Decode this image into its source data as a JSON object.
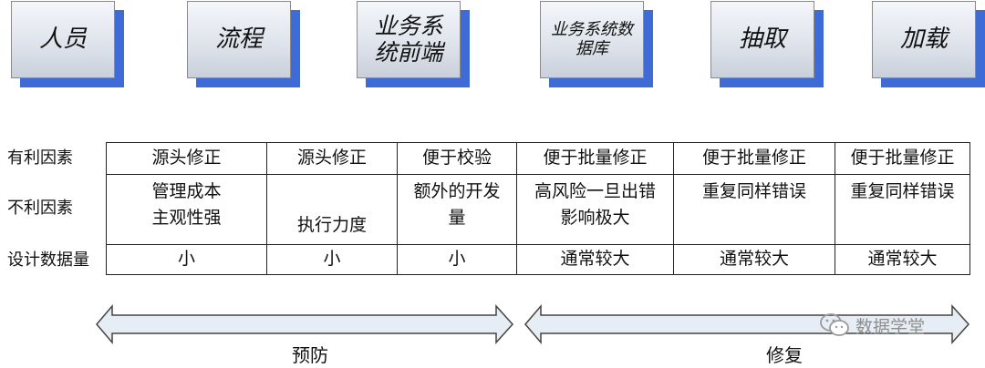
{
  "boxes": [
    {
      "label": "人员"
    },
    {
      "label": "流程"
    },
    {
      "label": "业务系\n统前端"
    },
    {
      "label": "业务系统数\n据库"
    },
    {
      "label": "抽取"
    },
    {
      "label": "加载"
    }
  ],
  "row_labels": {
    "advantage": "有利因素",
    "disadvantage": "不利因素",
    "data_volume": "设计数据量"
  },
  "table": {
    "advantages": [
      "源头修正",
      "源头修正",
      "便于校验",
      "便于批量修正",
      "便于批量修正",
      "便于批量修正"
    ],
    "disadvantages": [
      "管理成本\n主观性强",
      "执行力度",
      "额外的开发\n量",
      "高风险一旦出错\n影响极大",
      "重复同样错误",
      "重复同样错误"
    ],
    "data_volumes": [
      "小",
      "小",
      "小",
      "通常较大",
      "通常较大",
      "通常较大"
    ]
  },
  "arrows": {
    "left_label": "预防",
    "right_label": "修复"
  },
  "watermark": {
    "text": "数据学堂",
    "icon": "wechat-icon"
  },
  "colors": {
    "box_shadow": "#3f6bd6",
    "arrow_fill": "#e6edf5",
    "arrow_stroke": "#444444"
  }
}
